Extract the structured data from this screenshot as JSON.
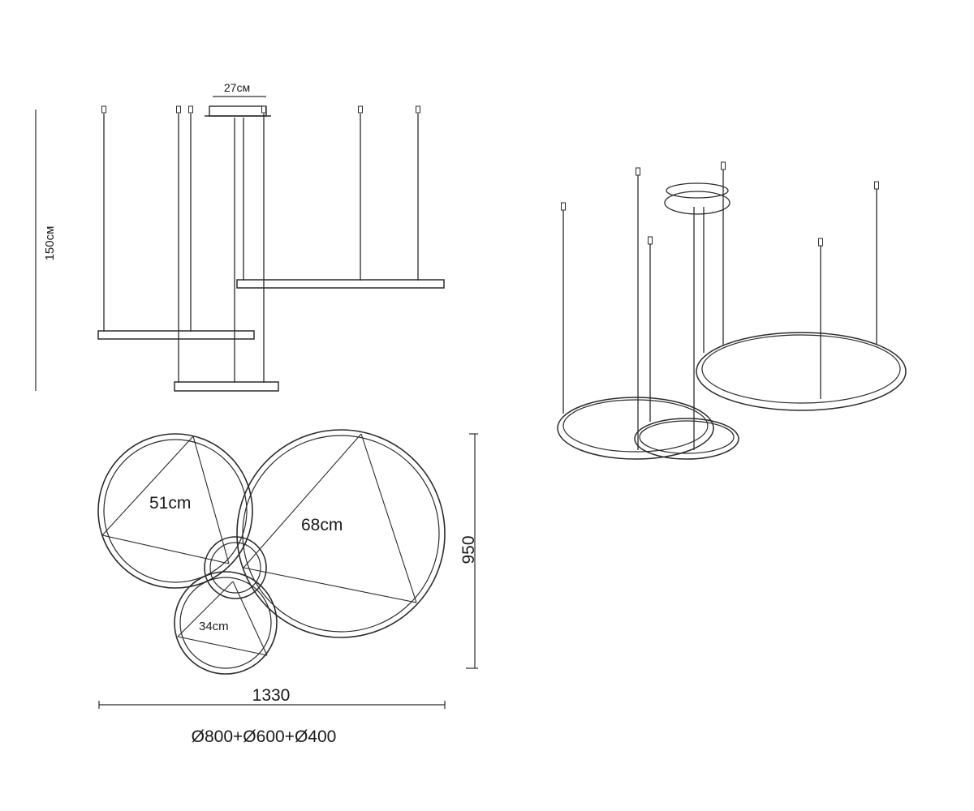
{
  "labels": {
    "canopy_width": "27см",
    "total_height": "150см",
    "diameter_large": "68cm",
    "diameter_medium": "51cm",
    "diameter_small": "34cm",
    "overall_width": "1330",
    "overall_depth": "950",
    "ring_set": "Ø800+Ø600+Ø400"
  }
}
